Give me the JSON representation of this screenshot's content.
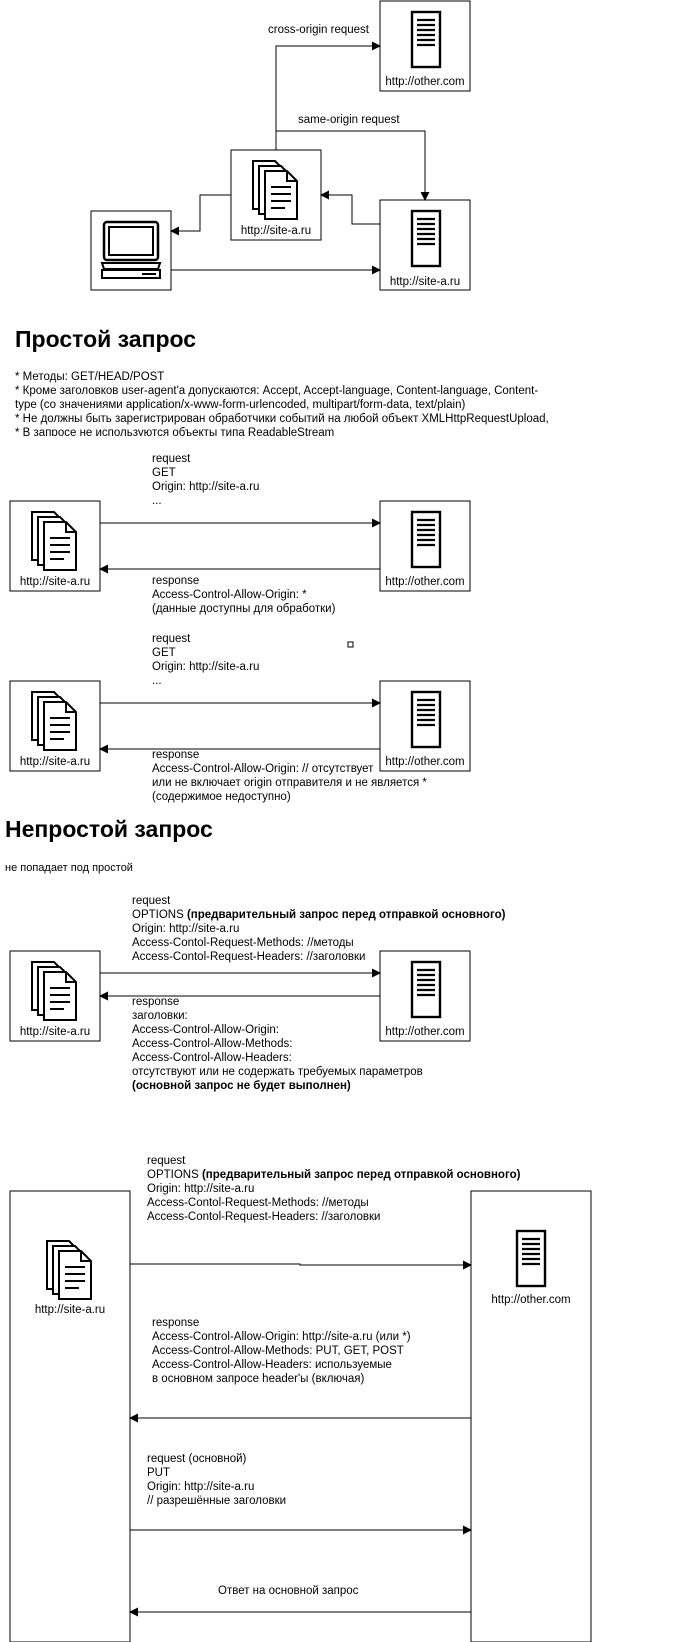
{
  "top_diagram": {
    "cross_origin_label": "cross-origin request",
    "same_origin_label": "same-origin request",
    "other_server_label": "http://other.com",
    "site_page_label": "http://site-a.ru",
    "site_server_label": "http://site-a.ru"
  },
  "simple": {
    "title": "Простой запрос",
    "rules": [
      "* Методы: GET/HEAD/POST",
      "* Кроме заголовков user-agent'a допускаются: Accept, Accept-language, Content-language, Content-",
      "type (со значениями application/x-www-form-urlencoded, multipart/form-data, text/plain)",
      "* Не должны быть зарегистрирован обработчики событий на любой объект XMLHttpRequestUpload,",
      "* В запросе не используются объекты типа ReadableStream"
    ],
    "example1": {
      "client_label": "http://site-a.ru",
      "server_label": "http://other.com",
      "request": [
        "request",
        "GET",
        "Origin: http://site-a.ru",
        "..."
      ],
      "response": [
        "response",
        "Access-Control-Allow-Origin: *",
        "(данные доступны для обработки)"
      ]
    },
    "example2": {
      "client_label": "http://site-a.ru",
      "server_label": "http://other.com",
      "request": [
        "request",
        "GET",
        "Origin: http://site-a.ru",
        "..."
      ],
      "response": [
        "response",
        "Access-Control-Allow-Origin: // отсутствует",
        "или не включает origin отправителя и не является *",
        "(содержимое недоступно)"
      ]
    }
  },
  "nonsimple": {
    "title": "Непростой запрос",
    "subtitle": "не попадает под простой",
    "example1": {
      "client_label": "http://site-a.ru",
      "server_label": "http://other.com",
      "request_line1": "request",
      "request_method": "OPTIONS",
      "request_note": "(предварительный запрос перед отправкой основного)",
      "request_rest": [
        "Origin: http://site-a.ru",
        "Access-Contol-Request-Methods: //методы",
        "Access-Contol-Request-Headers: //заголовки"
      ],
      "response": [
        "response",
        "заголовки:",
        "Access-Control-Allow-Origin:",
        "Access-Control-Allow-Methods:",
        "Access-Control-Allow-Headers:",
        "отсутствуют или не содержать требуемых параметров"
      ],
      "response_bold": "(основной запрос не будет выполнен)"
    },
    "example2": {
      "client_label": "http://site-a.ru",
      "server_label": "http://other.com",
      "request_line1": "request",
      "request_method": "OPTIONS",
      "request_note": "(предварительный запрос перед отправкой основного)",
      "request_rest": [
        "Origin: http://site-a.ru",
        "Access-Contol-Request-Methods: //методы",
        "Access-Contol-Request-Headers: //заголовки"
      ],
      "response": [
        "response",
        "Access-Control-Allow-Origin: http://site-a.ru (или *)",
        "Access-Control-Allow-Methods: PUT, GET, POST",
        "Access-Control-Allow-Headers: используемые",
        "в основном запросе header'ы (включая)"
      ],
      "main_request": [
        "request (основной)",
        "PUT",
        "Origin: http://site-a.ru",
        "// разрешённые заголовки"
      ],
      "final_response": "Ответ на основной запрос"
    }
  }
}
